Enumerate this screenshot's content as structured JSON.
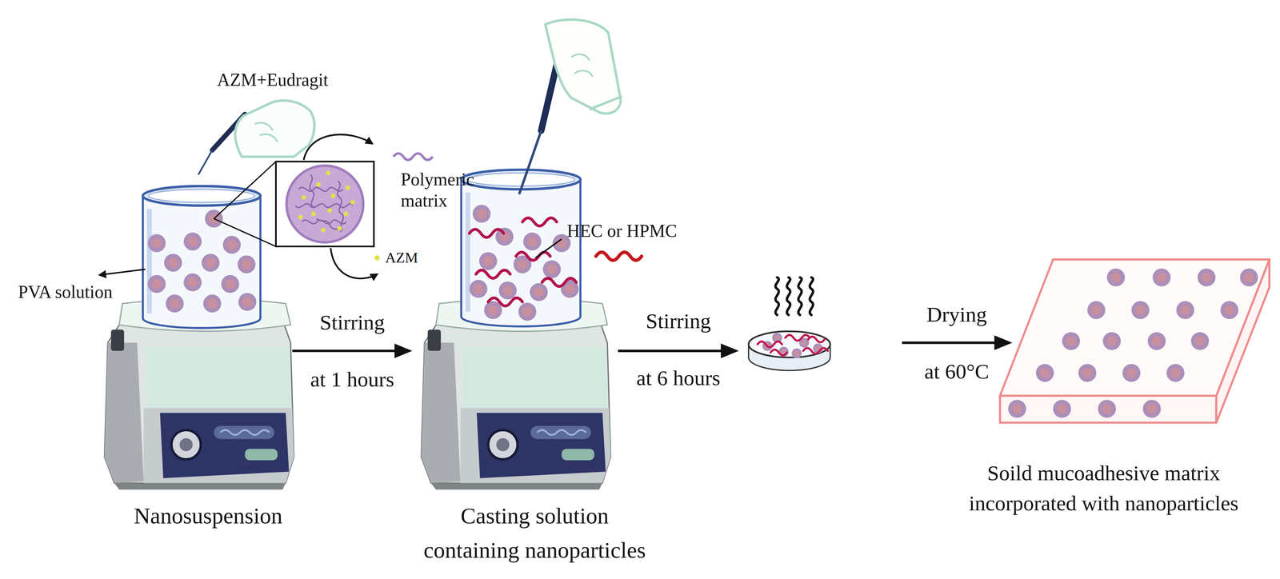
{
  "diagram": {
    "nodes": [
      {
        "text": [
          "Nanosuspension"
        ]
      },
      {
        "text": [
          "Casting solution containing nanoparticles"
        ]
      },
      {
        "text": [
          "Soild mucoadhesive matrix incorporated with nanoparticles"
        ]
      }
    ],
    "edges": [
      {
        "from": 0,
        "to": 1,
        "arrow": "to",
        "label": "Stirring at 1 hours"
      }
    ],
    "labels": [
      "AZM+Eudragit",
      "Polymeric matrix",
      "AZM",
      "PVA solution",
      "HEC or HPMC",
      "Stirring at 6 hours",
      "Drying at 60°C"
    ]
  }
}
